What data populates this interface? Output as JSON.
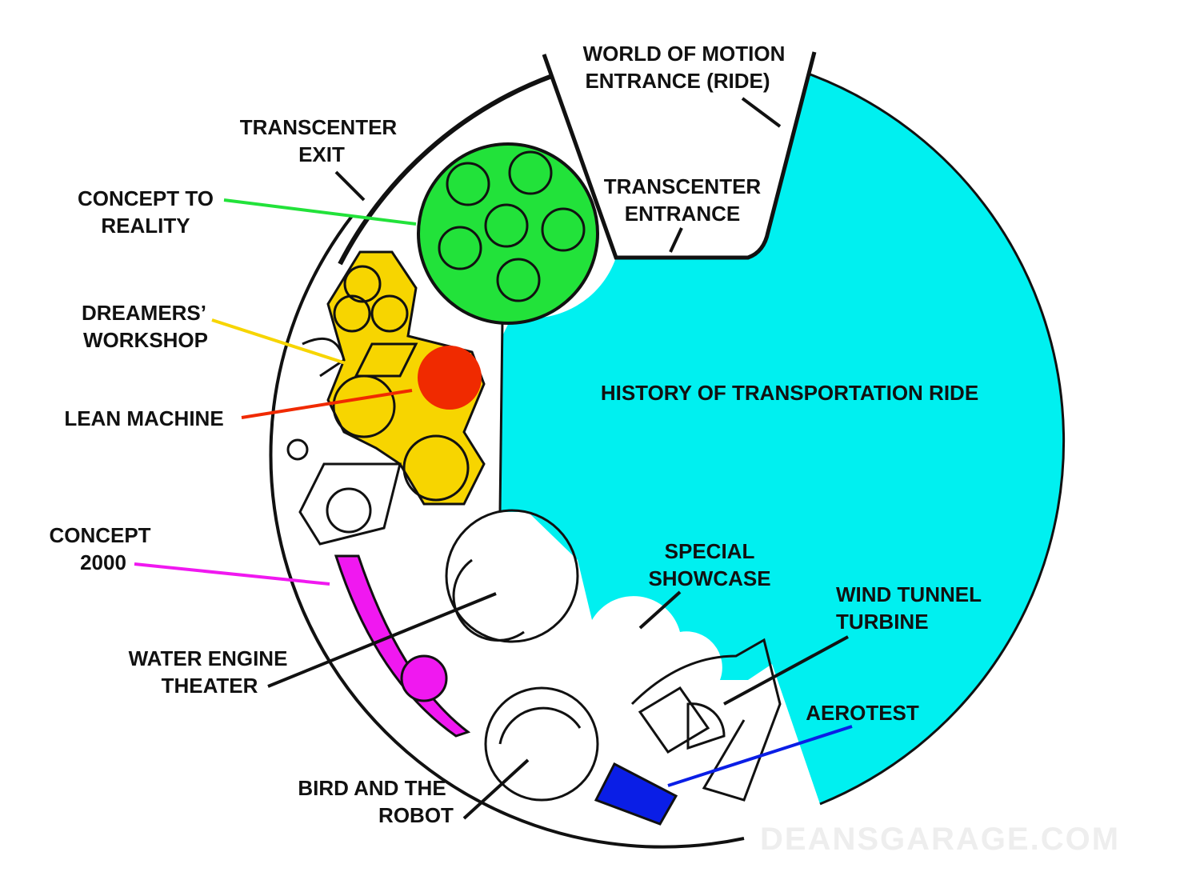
{
  "labels": {
    "world_of_motion_1": "WORLD OF MOTION",
    "world_of_motion_2": "ENTRANCE (RIDE)",
    "transcenter_exit_1": "TRANSCENTER",
    "transcenter_exit_2": "EXIT",
    "transcenter_entrance_1": "TRANSCENTER",
    "transcenter_entrance_2": "ENTRANCE",
    "concept_to_reality_1": "CONCEPT TO",
    "concept_to_reality_2": "REALITY",
    "dreamers_workshop_1": "DREAMERS’",
    "dreamers_workshop_2": "WORKSHOP",
    "lean_machine": "LEAN MACHINE",
    "history_ride": "HISTORY OF TRANSPORTATION RIDE",
    "concept_2000_1": "CONCEPT",
    "concept_2000_2": "2000",
    "special_showcase_1": "SPECIAL",
    "special_showcase_2": "SHOWCASE",
    "wind_tunnel_1": "WIND TUNNEL",
    "wind_tunnel_2": "TURBINE",
    "water_engine_1": "WATER ENGINE",
    "water_engine_2": "THEATER",
    "aerotest": "AEROTEST",
    "bird_robot_1": "BIRD AND THE",
    "bird_robot_2": "ROBOT"
  },
  "watermark": "DEANSGARAGE.COM",
  "colors": {
    "ride": "#00f0f0",
    "concept_to_reality": "#22e23a",
    "dreamers_workshop": "#f7d500",
    "lean_machine": "#f02a00",
    "concept_2000": "#f018f0",
    "aerotest": "#0a1ee6",
    "outline": "#111111"
  }
}
